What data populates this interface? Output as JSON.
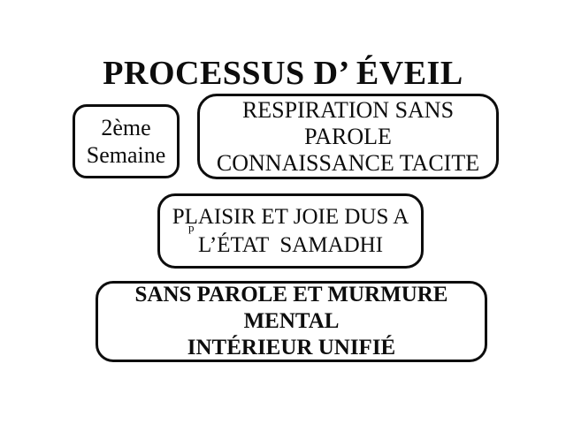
{
  "slide": {
    "title": "PROCESSUS D’ ÉVEIL",
    "boxes": {
      "week": {
        "text": "2ème\nSemaine"
      },
      "respiration": {
        "text": "RESPIRATION SANS\nPAROLE\nCONNAISSANCE TACITE"
      },
      "plaisir": {
        "text": "PLAISIR ET JOIE DUS A\nL’ÉTAT  SAMADHI",
        "artifact": "p"
      },
      "sans_parole": {
        "text": "SANS PAROLE ET MURMURE\nMENTAL\nINTÉRIEUR UNIFIÉ"
      }
    },
    "colors": {
      "background": "#ffffff",
      "text": "#0d0d0d",
      "border": "#0d0d0d"
    }
  }
}
